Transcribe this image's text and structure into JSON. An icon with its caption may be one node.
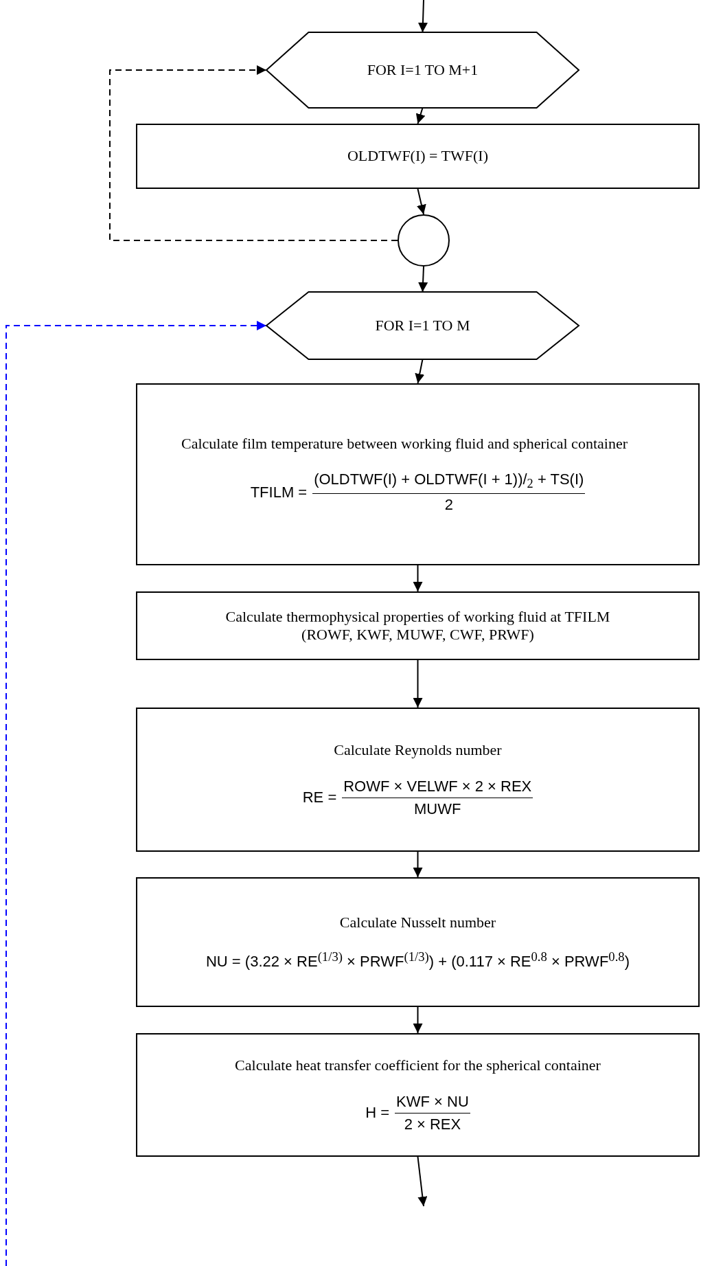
{
  "diagram": {
    "nodes": [
      {
        "text": [
          "FOR I=1 TO M+1"
        ]
      },
      {
        "text": [
          "OLDTWF(I) = TWF(I)"
        ]
      },
      {
        "text": [],
        "shape": "circle"
      },
      {
        "text": [
          "FOR I=1 TO M"
        ]
      },
      {
        "text": [
          "Calculate film temperature between working fluid and spherical container",
          "TFILM =",
          "(OLDTWF(I) + OLDTWF(I + 1))/$_{2}$ + TS(I)",
          "2"
        ]
      },
      {
        "text": [
          "Calculate thermophysical properties of working fluid at TFILM",
          "(ROWF, KWF, MUWF, CWF, PRWF)"
        ]
      },
      {
        "text": [
          "Calculate Reynolds number",
          "RE =",
          "ROWF × VELWF × 2 × REX",
          "MUWF"
        ]
      },
      {
        "text": [
          "Calculate Nusselt number",
          "NU = (3.22 × RE$^{(1/3)}$ × PRWF$^{(1/3)}$) + (0.117 × RE$^{0.8}$ × PRWF$^{0.8}$)"
        ]
      },
      {
        "text": [
          "Calculate heat transfer coefficient for the spherical container",
          "H =",
          "KWF × NU",
          "2 × REX"
        ]
      }
    ],
    "edges": [
      {
        "from": null,
        "to": 0,
        "arrow": "to"
      },
      {
        "from": 0,
        "to": 1,
        "arrow": "to"
      },
      {
        "from": 1,
        "to": 2,
        "arrow": "to"
      },
      {
        "from": 2,
        "to": 0,
        "arrow": "to",
        "style": "dashed"
      },
      {
        "from": 2,
        "to": 3,
        "arrow": "to"
      },
      {
        "from": 3,
        "to": 4,
        "arrow": "to"
      },
      {
        "from": 4,
        "to": 5,
        "arrow": "to"
      },
      {
        "from": 5,
        "to": 6,
        "arrow": "to"
      },
      {
        "from": 6,
        "to": 7,
        "arrow": "to"
      },
      {
        "from": 7,
        "to": 8,
        "arrow": "to"
      },
      {
        "from": 8,
        "to": null,
        "arrow": "to"
      },
      {
        "from": null,
        "to": 3,
        "arrow": "to",
        "style": "dashed",
        "color": "#0000ff"
      }
    ]
  }
}
